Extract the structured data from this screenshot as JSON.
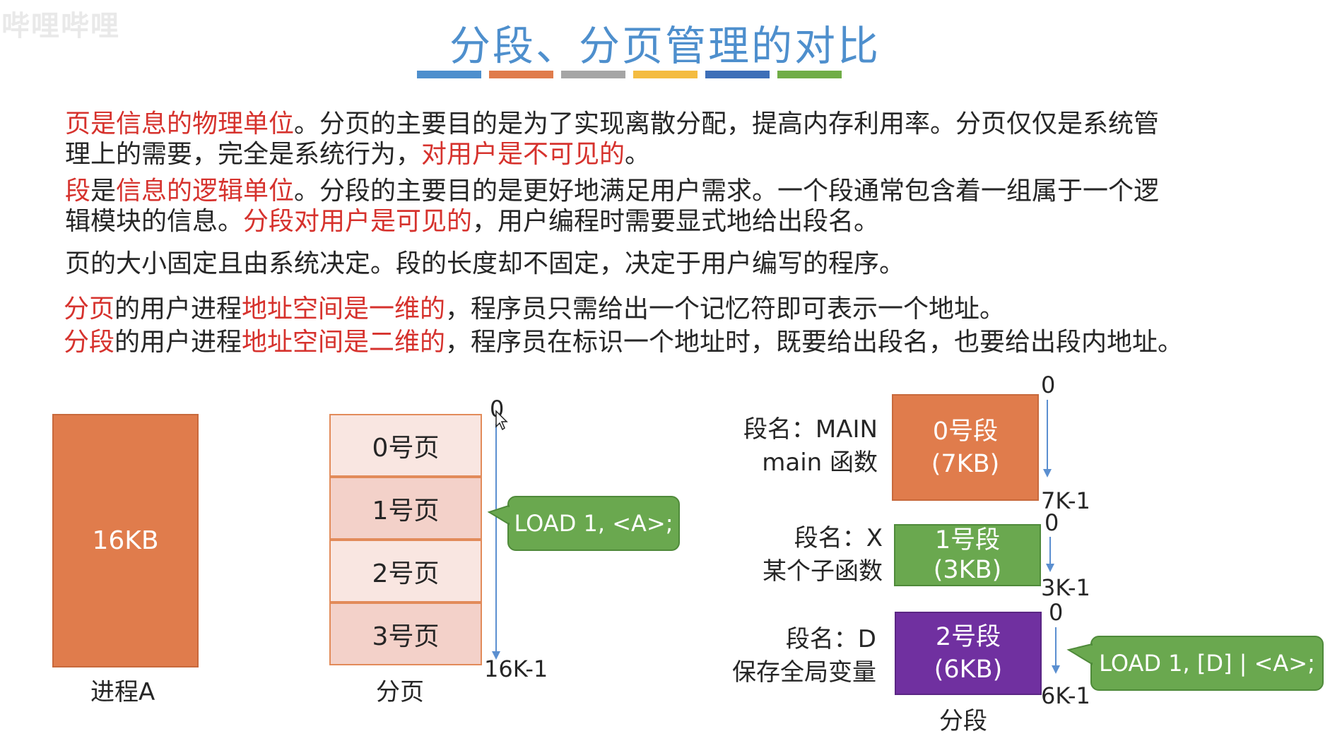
{
  "title": "分段、分页管理的对比",
  "accent_colors": [
    "#4e8fcd",
    "#e07c4c",
    "#a5a5a5",
    "#f4bc41",
    "#3e6fb8",
    "#70ad47"
  ],
  "paragraphs": {
    "p1_line1": [
      {
        "text": "页是",
        "red": true
      },
      {
        "text": "信息的物理单位",
        "red": true
      },
      {
        "text": "。分页的主要目的是为了实现离散分配，提高内存利用率。分页仅仅是系统管",
        "red": false
      }
    ],
    "p1_line2": [
      {
        "text": "理上的需要，完全是系统行为，",
        "red": false
      },
      {
        "text": "对用户是不可见的",
        "red": true
      },
      {
        "text": "。",
        "red": false
      }
    ],
    "p2_line1": [
      {
        "text": "段",
        "red": true
      },
      {
        "text": "是",
        "red": false
      },
      {
        "text": "信息的逻辑单位",
        "red": true
      },
      {
        "text": "。分段的主要目的是更好地满足用户需求。一个段通常包含着一组属于一个逻",
        "red": false
      }
    ],
    "p2_line2": [
      {
        "text": "辑模块的信息。",
        "red": false
      },
      {
        "text": "分段对用户是可见的",
        "red": true
      },
      {
        "text": "，用户编程时需要显式地给出段名。",
        "red": false
      }
    ],
    "p3_line1": [
      {
        "text": "页的大小固定且由系统决定。段的长度却不固定，决定于用户编写的程序。",
        "red": false
      }
    ],
    "p4_line1": [
      {
        "text": "分页",
        "red": true
      },
      {
        "text": "的用户进程",
        "red": false
      },
      {
        "text": "地址空间是一维的",
        "red": true
      },
      {
        "text": "，程序员只需给出一个记忆符即可表示一个地址。",
        "red": false
      }
    ],
    "p4_line2": [
      {
        "text": "分段",
        "red": true
      },
      {
        "text": "的用户进程",
        "red": false
      },
      {
        "text": "地址空间是二维的",
        "red": true
      },
      {
        "text": "，程序员在标识一个地址时，既要给出段名，也要给出段内地址。",
        "red": false
      }
    ]
  },
  "process": {
    "size": "16KB",
    "label": "进程A",
    "color": "#e07c4c"
  },
  "paging": {
    "pages": [
      "0号页",
      "1号页",
      "2号页",
      "3号页"
    ],
    "label": "分页",
    "start": "0",
    "end": "16K-1",
    "callout": "LOAD 1, <A>;"
  },
  "segmentation": {
    "label": "分段",
    "segments": [
      {
        "name_line1": "段名：MAIN",
        "name_line2": "main 函数",
        "title": "0号段",
        "size": "(7KB)",
        "start": "0",
        "end": "7K-1",
        "color": "#e07c4c"
      },
      {
        "name_line1": "段名：X",
        "name_line2": "某个子函数",
        "title": "1号段",
        "size": "(3KB)",
        "start": "0",
        "end": "3K-1",
        "color": "#6aa84f"
      },
      {
        "name_line1": "段名：D",
        "name_line2": "保存全局变量",
        "title": "2号段",
        "size": "(6KB)",
        "start": "0",
        "end": "6K-1",
        "color": "#7030a0"
      }
    ],
    "callout": "LOAD 1, [D] | <A>;"
  },
  "watermark": "哔哩哔哩"
}
